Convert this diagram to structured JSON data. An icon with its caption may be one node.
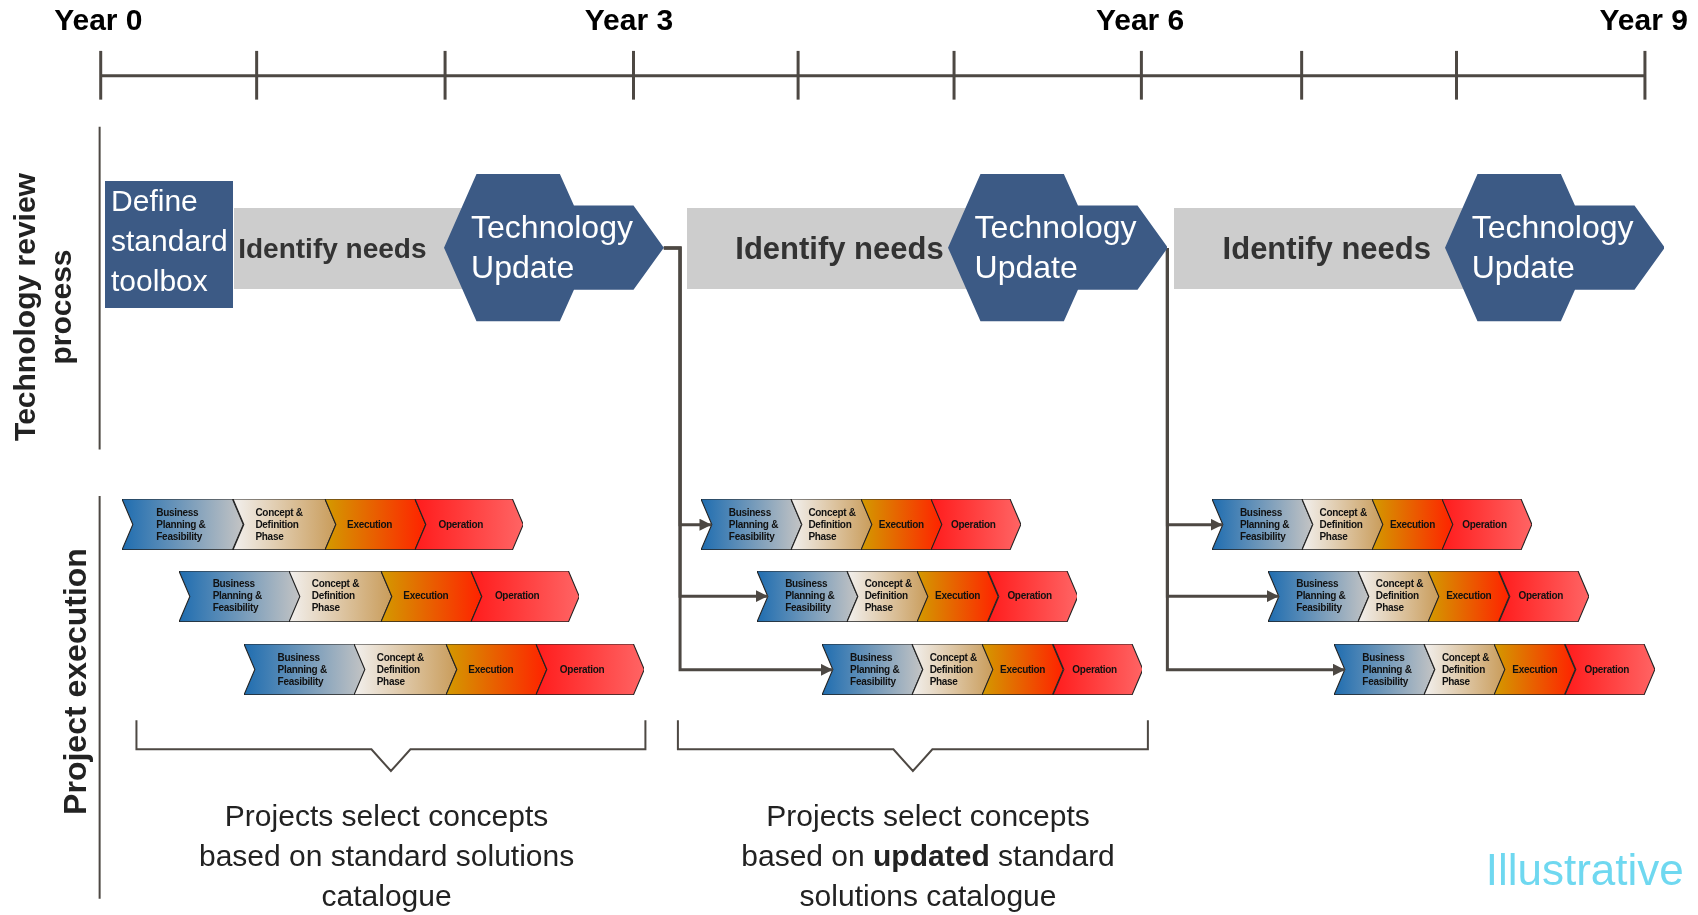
{
  "diagram": {
    "nodes": [
      {
        "text": [
          "Define standard toolbox"
        ]
      },
      {
        "text": [
          "Identify needs"
        ]
      },
      {
        "text": [
          "Technology Update"
        ]
      },
      {
        "text": [
          "Identify needs"
        ]
      },
      {
        "text": [
          "Technology Update"
        ]
      },
      {
        "text": [
          "Identify needs"
        ]
      },
      {
        "text": [
          "Technology Update"
        ]
      },
      {
        "text": [
          "Business Planning & Feasibility"
        ]
      },
      {
        "text": [
          "Concept & Definition Phase"
        ]
      },
      {
        "text": [
          "Execution"
        ]
      },
      {
        "text": [
          "Operation"
        ]
      },
      {
        "text": [
          "Business Planning & Feasibility"
        ]
      },
      {
        "text": [
          "Concept & Definition Phase"
        ]
      },
      {
        "text": [
          "Execution"
        ]
      },
      {
        "text": [
          "Operation"
        ]
      },
      {
        "text": [
          "Business Planning & Feasibility"
        ]
      },
      {
        "text": [
          "Concept & Definition Phase"
        ]
      },
      {
        "text": [
          "Execution"
        ]
      },
      {
        "text": [
          "Operation"
        ]
      },
      {
        "text": [
          "Business Planning & Feasibility"
        ]
      },
      {
        "text": [
          "Concept & Definition Phase"
        ]
      },
      {
        "text": [
          "Execution"
        ]
      },
      {
        "text": [
          "Operation"
        ]
      },
      {
        "text": [
          "Business Planning & Feasibility"
        ]
      },
      {
        "text": [
          "Concept & Definition Phase"
        ]
      },
      {
        "text": [
          "Execution"
        ]
      },
      {
        "text": [
          "Operation"
        ]
      },
      {
        "text": [
          "Business Planning & Feasibility"
        ]
      },
      {
        "text": [
          "Concept & Definition Phase"
        ]
      },
      {
        "text": [
          "Execution"
        ]
      },
      {
        "text": [
          "Operation"
        ]
      },
      {
        "text": [
          "Business Planning & Feasibility"
        ]
      },
      {
        "text": [
          "Concept & Definition Phase"
        ]
      },
      {
        "text": [
          "Execution"
        ]
      },
      {
        "text": [
          "Operation"
        ]
      },
      {
        "text": [
          "Business Planning & Feasibility"
        ]
      },
      {
        "text": [
          "Concept & Definition Phase"
        ]
      },
      {
        "text": [
          "Execution"
        ]
      },
      {
        "text": [
          "Operation"
        ]
      },
      {
        "text": [
          "Business Planning & Feasibility"
        ]
      },
      {
        "text": [
          "Concept & Definition Phase"
        ]
      },
      {
        "text": [
          "Execution"
        ]
      },
      {
        "text": [
          "Operation"
        ]
      }
    ],
    "edges": [
      {
        "from": 2,
        "to": 11,
        "arrow": "to"
      },
      {
        "from": 2,
        "to": 23,
        "arrow": "to"
      },
      {
        "from": 2,
        "to": 35,
        "arrow": "to"
      },
      {
        "from": 4,
        "to": 15,
        "arrow": "to"
      },
      {
        "from": 4,
        "to": 27,
        "arrow": "to"
      },
      {
        "from": 4,
        "to": 39,
        "arrow": "to"
      }
    ],
    "labels": [
      "Year 0",
      "Year 3",
      "Year 6",
      "Year 9",
      "Technology review process",
      "Project execution",
      "Projects select concepts based on standard solutions catalogue",
      "Projects select concepts based on **updated** standard solutions catalogue",
      "Illustrative"
    ]
  }
}
